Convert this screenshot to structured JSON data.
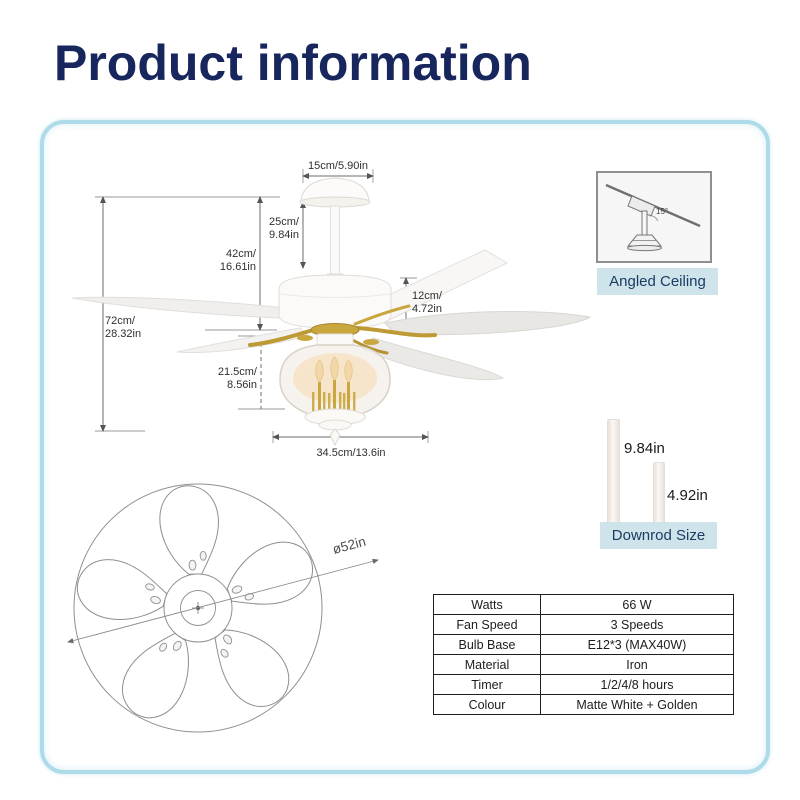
{
  "title": "Product information",
  "colors": {
    "title_navy": "#17265c",
    "border_blue": "#aedbe9",
    "label_bg": "#cfe3ea",
    "label_text": "#1c3c62",
    "gold_accent": "#c4a13a",
    "fan_white": "#fbfaf8"
  },
  "side_view": {
    "canopy_width": "15cm/5.90in",
    "downrod_len": [
      "25cm/",
      "9.84in"
    ],
    "top_to_blade": [
      "42cm/",
      "16.61in"
    ],
    "blade_drop": [
      "12cm/",
      "4.72in"
    ],
    "total_height": [
      "72cm/",
      "28.32in"
    ],
    "light_height": [
      "21.5cm/",
      "8.56in"
    ],
    "housing_width": "34.5cm/13.6in"
  },
  "angled_ceiling": {
    "label": "Angled Ceiling",
    "angle": "15°"
  },
  "downrod_size": {
    "label": "Downrod Size",
    "long_rod": "9.84in",
    "short_rod": "4.92in"
  },
  "top_view": {
    "diameter": "ø52in"
  },
  "spec_table": {
    "rows": [
      {
        "key": "Watts",
        "value": "66 W"
      },
      {
        "key": "Fan Speed",
        "value": "3 Speeds"
      },
      {
        "key": "Bulb Base",
        "value": "E12*3 (MAX40W)"
      },
      {
        "key": "Material",
        "value": "Iron"
      },
      {
        "key": "Timer",
        "value": "1/2/4/8 hours"
      },
      {
        "key": "Colour",
        "value": "Matte White + Golden"
      }
    ]
  }
}
